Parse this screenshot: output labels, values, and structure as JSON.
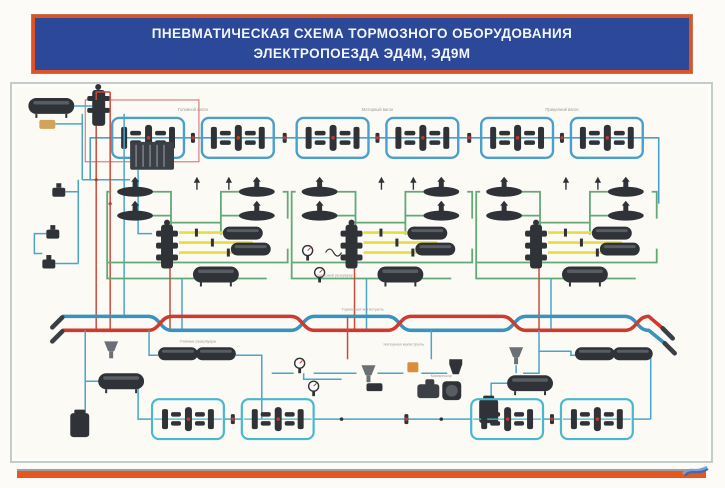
{
  "poster": {
    "title_line1": "ПНЕВМАТИЧЕСКАЯ СХЕМА ТОРМОЗНОГО ОБОРУДОВАНИЯ",
    "title_line2": "ЭЛЕКТРОПОЕЗДА ЭД4М, ЭД9М"
  },
  "labels": {
    "car1": "Головной вагон",
    "car2": "Моторный вагон",
    "car3": "Прицепной вагон",
    "brake_main": "Тормозная магистраль",
    "feed_main": "Напорная магистраль",
    "main_reservoirs": "Главные резервуары",
    "spare_reservoir": "Запасный резервуар",
    "compressor": "Компрессор"
  },
  "colors": {
    "banner_bg": "#2b4899",
    "banner_border": "#dd5227",
    "title_text": "#f4f5fa",
    "brake_main_pipe": "#cf3a2e",
    "feed_main_pipe": "#3a93be",
    "branch_pipe_cyan": "#4aa5c8",
    "cylinder_pipe_green": "#64a878",
    "distributor_pipe_yellow": "#e8dd3f",
    "component_dark": "#2f3338",
    "component_orange": "#d78f3f",
    "footer_band": "#e6571e",
    "logo_blue": "#3a6cb5"
  }
}
